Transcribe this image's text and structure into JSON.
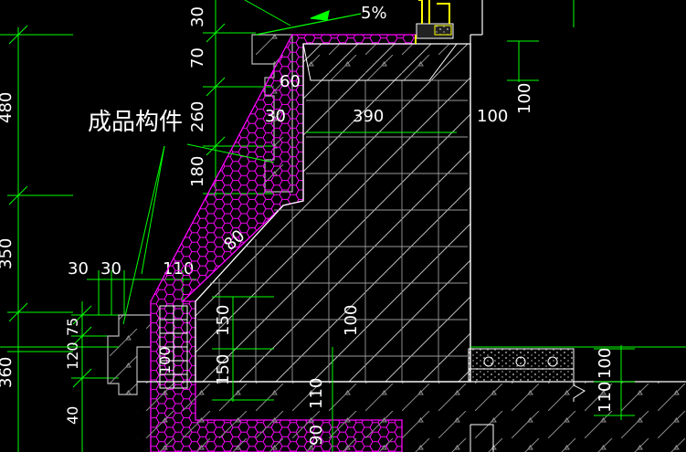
{
  "drawing": {
    "label_component": "成品构件",
    "slope": "5%",
    "colors": {
      "background": "#000000",
      "line_white": "#ffffff",
      "dim_green": "#00ff00",
      "insulation_magenta": "#ff00ff",
      "accent_yellow": "#ffff00",
      "hatch_gray": "#8a8a8a"
    },
    "dims": {
      "d30_top": "30",
      "d70": "70",
      "d60": "60",
      "d260": "260",
      "d30_mid": "30",
      "d390": "390",
      "d100_right": "100",
      "d100_far_right": "100",
      "d480": "480",
      "d180": "180",
      "d80": "80",
      "d350": "350",
      "d30_a": "30",
      "d30_b": "30",
      "d110_left": "110",
      "d75": "75",
      "d120": "120",
      "d360": "360",
      "d40": "40",
      "d100_small": "100",
      "d150_a": "150",
      "d150_b": "150",
      "d100_center": "100",
      "d110_bottom": "110",
      "d90": "90",
      "d100_br": "100",
      "d110_br": "110"
    }
  }
}
